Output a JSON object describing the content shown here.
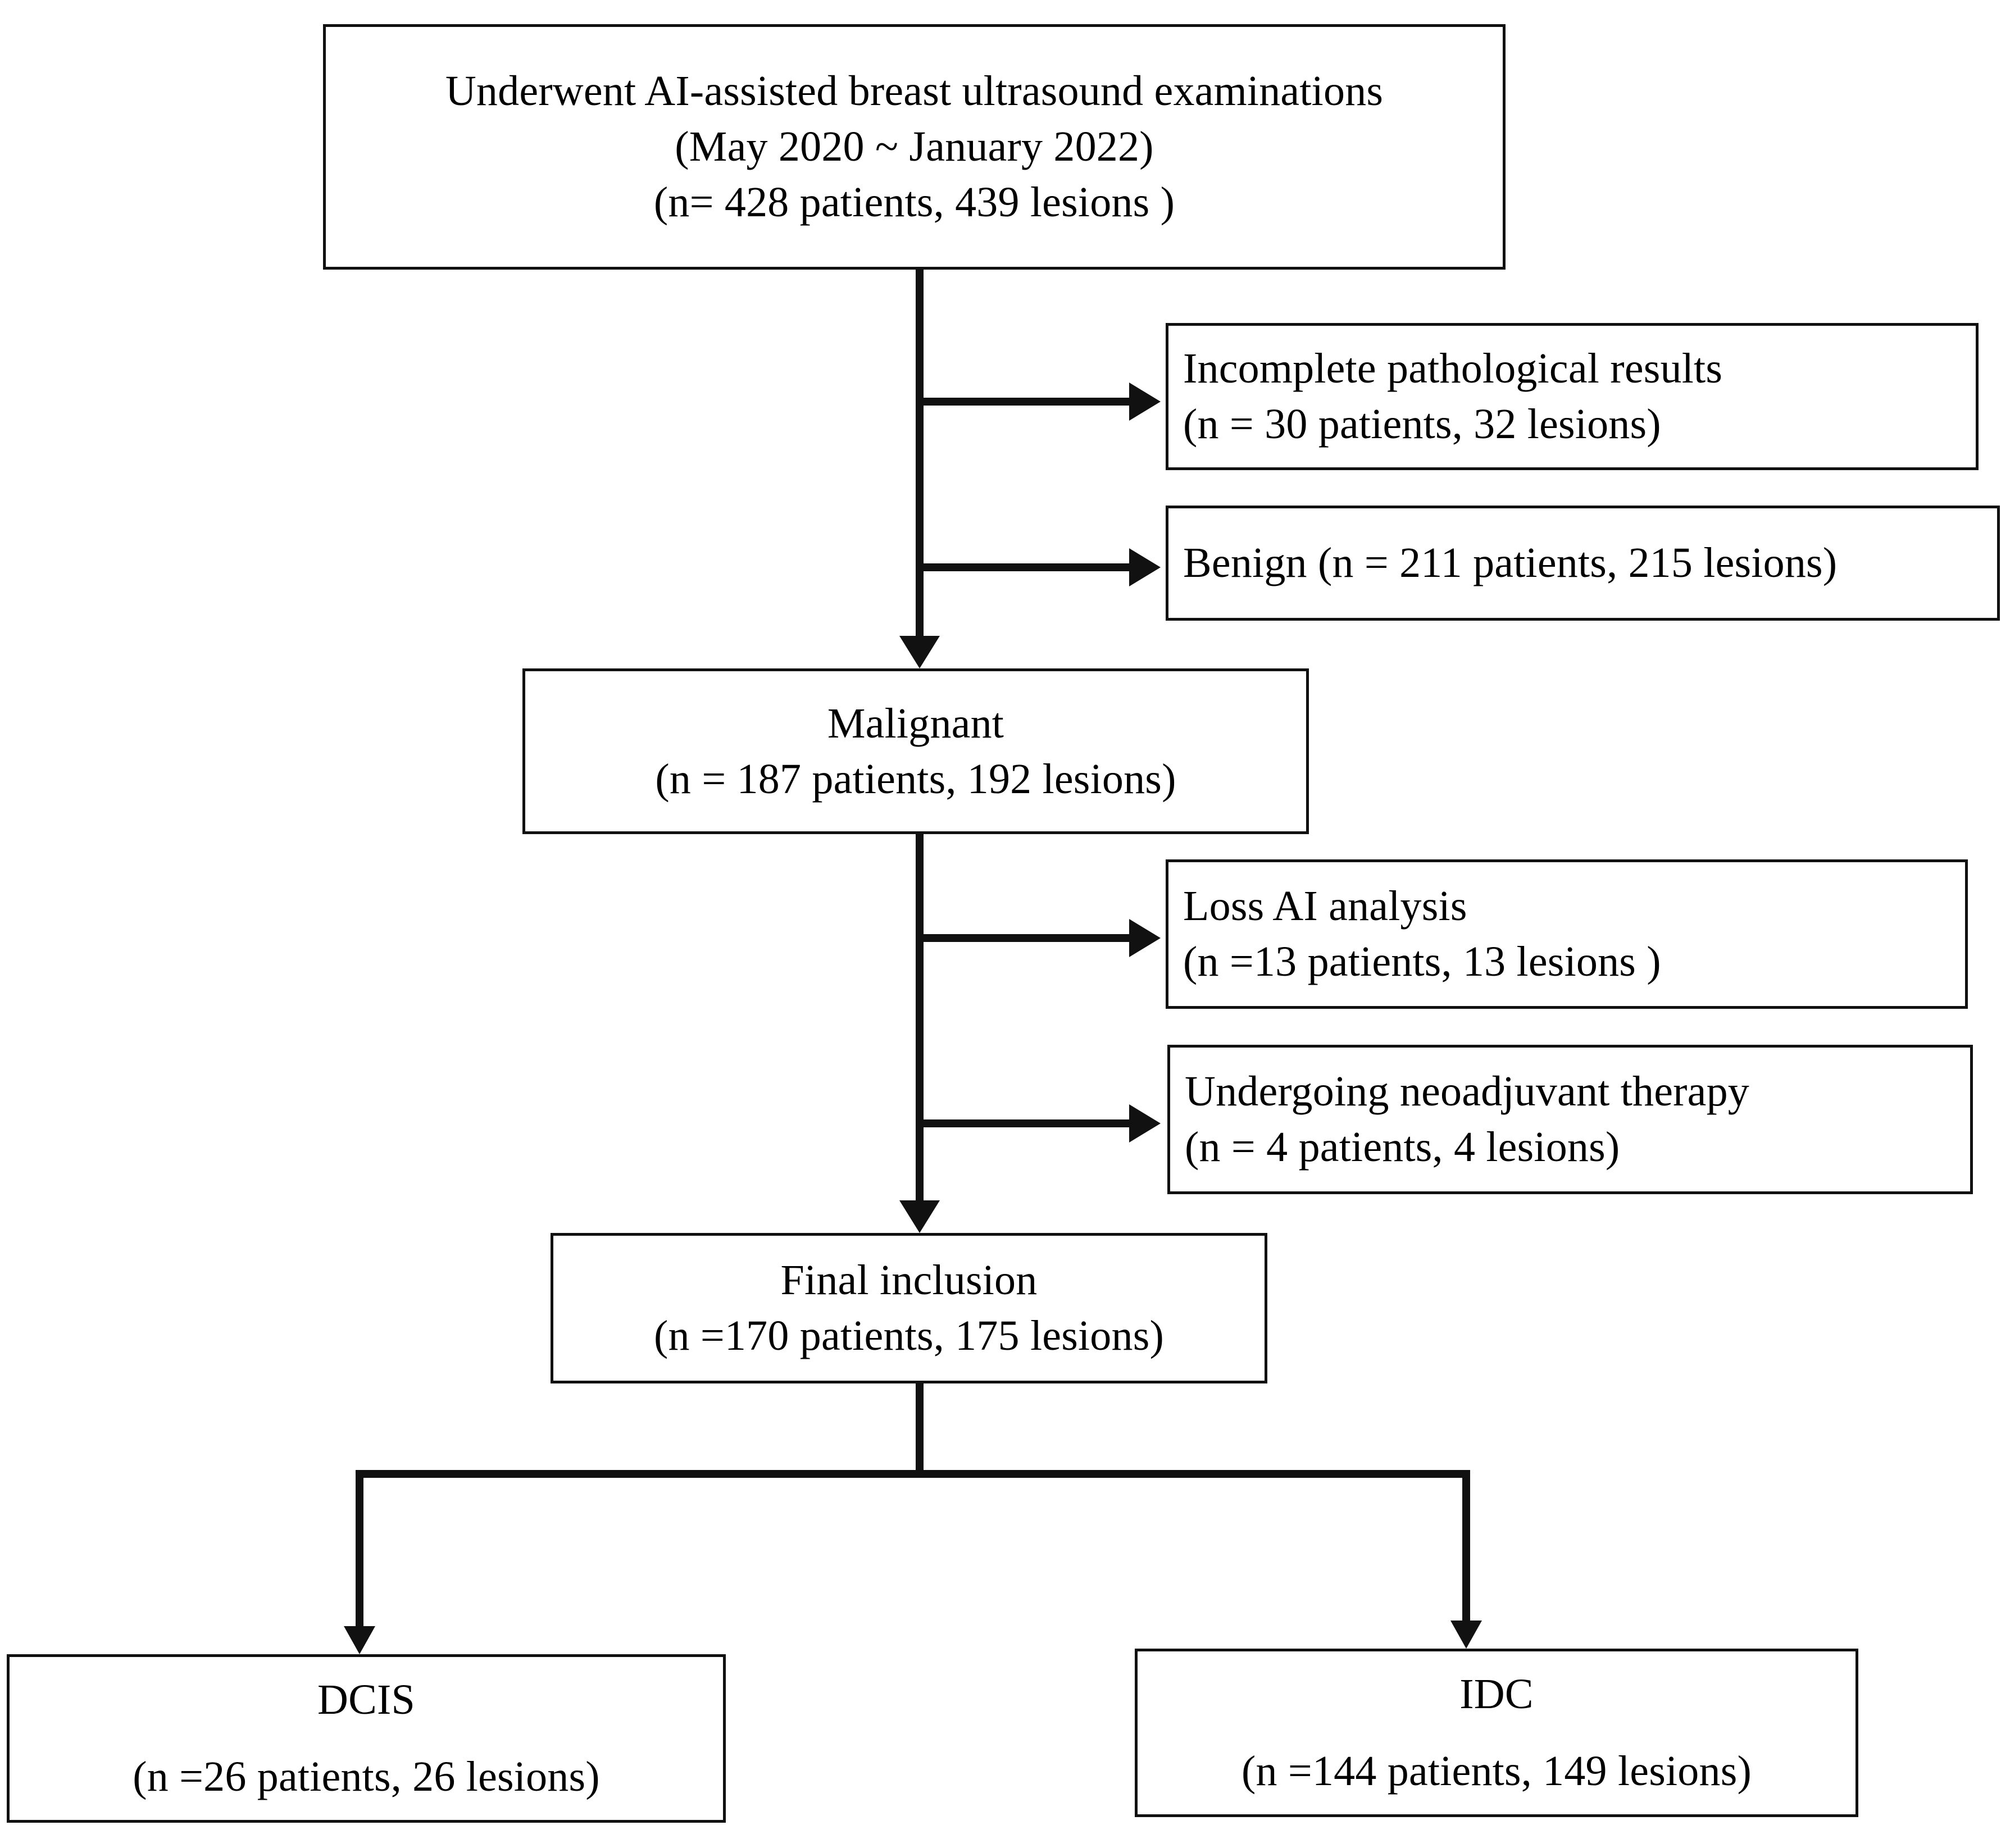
{
  "diagram": {
    "title": "Patient selection flowchart for AI-assisted breast ultrasound study",
    "type": "flowchart",
    "orientation": "top-to-bottom",
    "line_color": "#111111",
    "box_fill": "#ffffff"
  },
  "nodes": {
    "enrolled": {
      "id": "enrolled",
      "lines": [
        "Underwent AI-assisted breast ultrasound examinations",
        "(May 2020 ~ January 2022)",
        "(n= 428 patients, 439 lesions )"
      ],
      "patients": 428,
      "lesions": 439,
      "period_start": "May 2020",
      "period_end": "January 2022"
    },
    "incomplete": {
      "id": "incomplete-pathological-results",
      "lines": [
        "Incomplete pathological results",
        "(n = 30 patients, 32 lesions)"
      ],
      "patients": 30,
      "lesions": 32
    },
    "benign": {
      "id": "benign",
      "lines": [
        "Benign (n = 211 patients, 215 lesions)"
      ],
      "patients": 211,
      "lesions": 215
    },
    "malignant": {
      "id": "malignant",
      "lines": [
        "Malignant",
        "(n = 187 patients, 192 lesions)"
      ],
      "patients": 187,
      "lesions": 192
    },
    "loss_ai": {
      "id": "loss-ai-analysis",
      "lines": [
        "Loss AI analysis",
        "(n =13 patients, 13 lesions )"
      ],
      "patients": 13,
      "lesions": 13
    },
    "neoadjuvant": {
      "id": "undergoing-neoadjuvant-therapy",
      "lines": [
        "Undergoing neoadjuvant therapy",
        "(n = 4 patients, 4 lesions)"
      ],
      "patients": 4,
      "lesions": 4
    },
    "final_inclusion": {
      "id": "final-inclusion",
      "lines": [
        "Final inclusion",
        "(n =170 patients, 175 lesions)"
      ],
      "patients": 170,
      "lesions": 175
    },
    "dcis": {
      "id": "dcis",
      "lines": [
        "DCIS",
        "(n =26 patients, 26 lesions)"
      ],
      "patients": 26,
      "lesions": 26
    },
    "idc": {
      "id": "idc",
      "lines": [
        "IDC",
        "(n =144 patients, 149 lesions)"
      ],
      "patients": 144,
      "lesions": 149
    }
  },
  "edges": [
    {
      "from": "enrolled",
      "to": "incomplete",
      "kind": "exclusion-right"
    },
    {
      "from": "enrolled",
      "to": "benign",
      "kind": "exclusion-right"
    },
    {
      "from": "enrolled",
      "to": "malignant",
      "kind": "main-down"
    },
    {
      "from": "malignant",
      "to": "loss_ai",
      "kind": "exclusion-right"
    },
    {
      "from": "malignant",
      "to": "neoadjuvant",
      "kind": "exclusion-right"
    },
    {
      "from": "malignant",
      "to": "final_inclusion",
      "kind": "main-down"
    },
    {
      "from": "final_inclusion",
      "to": "dcis",
      "kind": "split-down-left"
    },
    {
      "from": "final_inclusion",
      "to": "idc",
      "kind": "split-down-right"
    }
  ]
}
